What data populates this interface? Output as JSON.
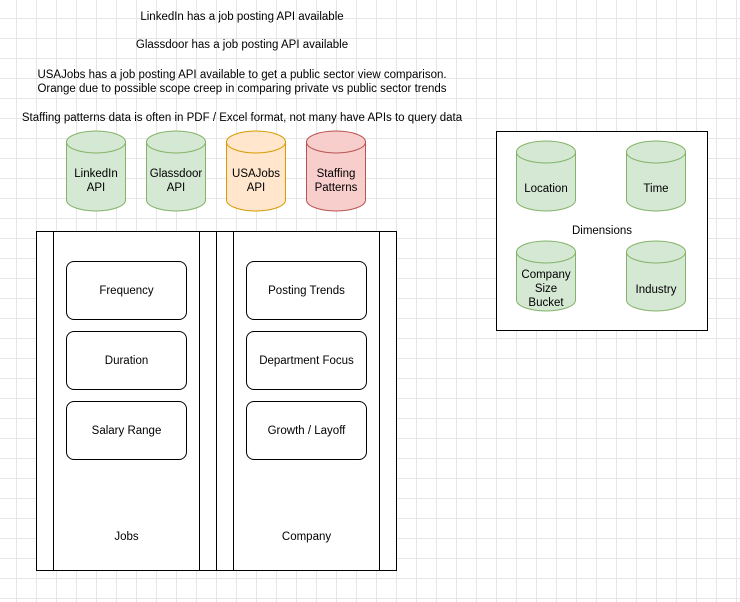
{
  "notes": [
    "LinkedIn has a job posting API available",
    "Glassdoor has a job posting API available",
    "USAJobs has a job posting API available to get a public sector view comparison.",
    "Orange due to possible scope creep in comparing private vs public sector trends",
    "Staffing patterns data is often in PDF / Excel format, not many have APIs to query data"
  ],
  "sources": [
    {
      "lines": [
        "LinkedIn",
        "API"
      ],
      "fill": "#d5e8d4",
      "stroke": "#82b366"
    },
    {
      "lines": [
        "Glassdoor",
        "API"
      ],
      "fill": "#d5e8d4",
      "stroke": "#82b366"
    },
    {
      "lines": [
        "USAJobs",
        "API"
      ],
      "fill": "#ffe6cc",
      "stroke": "#d79b00"
    },
    {
      "lines": [
        "Staffing",
        "Patterns"
      ],
      "fill": "#f8cecc",
      "stroke": "#b85450"
    }
  ],
  "lanes": {
    "jobs": {
      "title": "Jobs",
      "cards": [
        "Frequency",
        "Duration",
        "Salary Range"
      ]
    },
    "company": {
      "title": "Company",
      "cards": [
        "Posting Trends",
        "Department Focus",
        "Growth / Layoff"
      ]
    }
  },
  "dimensions": {
    "title": "Dimensions",
    "items": [
      {
        "lines": [
          "Location"
        ],
        "fill": "#d5e8d4",
        "stroke": "#82b366"
      },
      {
        "lines": [
          "Time"
        ],
        "fill": "#d5e8d4",
        "stroke": "#82b366"
      },
      {
        "lines": [
          "Company",
          "Size",
          "Bucket"
        ],
        "fill": "#d5e8d4",
        "stroke": "#82b366"
      },
      {
        "lines": [
          "Industry"
        ],
        "fill": "#d5e8d4",
        "stroke": "#82b366"
      }
    ]
  }
}
